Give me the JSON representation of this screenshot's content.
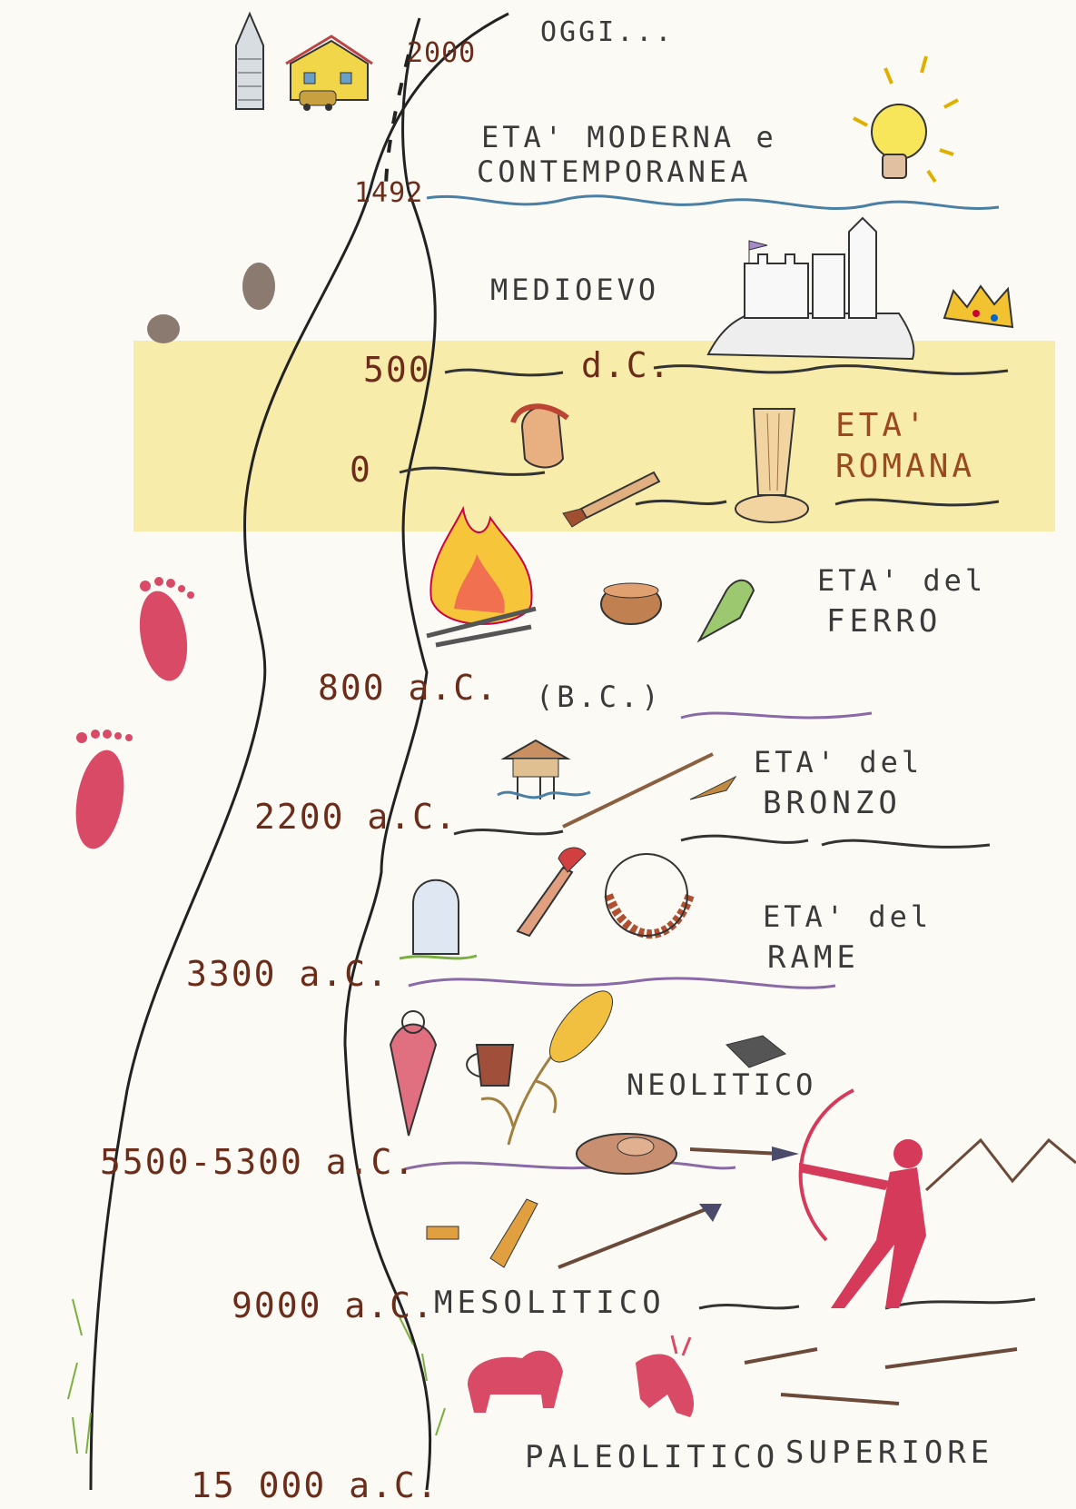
{
  "colors": {
    "background": "#fbfaf5",
    "highlight": "#f6e27a",
    "road": "#222222",
    "river": "#4a7fa6",
    "footprint_red": "#d94a66",
    "footprint_brown": "#8a7a70",
    "figure_red": "#d63a5a",
    "date_brown": "#6b2d1a"
  },
  "top": {
    "today": "OGGI...",
    "year_2000": "2000",
    "year_1492": "1492"
  },
  "ages": {
    "moderna_line1": "ETA' MODERNA e",
    "moderna_line2": "CONTEMPORANEA",
    "medioevo": "MEDIOEVO",
    "romana_line1": "ETA'",
    "romana_line2": "ROMANA",
    "ferro_line1": "ETA' del",
    "ferro_line2": "FERRO",
    "bronzo_line1": "ETA' del",
    "bronzo_line2": "BRONZO",
    "rame_line1": "ETA' del",
    "rame_line2": "RAME",
    "neolitico": "NEOLITICO",
    "mesolitico": "MESOLITICO",
    "paleolitico": "PALEOLITICO",
    "superiore": "SUPERIORE"
  },
  "dates": {
    "d500": "500",
    "dc": "d.C.",
    "zero": "0",
    "d800": "800 a.C.",
    "bc": "(B.C.)",
    "d2200": "2200 a.C.",
    "d3300": "3300 a.C.",
    "d5500": "5500-5300 a.C.",
    "d9000": "9000 a.C.",
    "d15000": "15 000 a.C."
  },
  "icons": [
    "tower-icon",
    "house-icon",
    "car-icon",
    "lightbulb-icon",
    "castle-icon",
    "crown-icon",
    "footprint-icon",
    "helmet-icon",
    "sword-icon",
    "column-icon",
    "fire-icon",
    "pot-icon",
    "bird-icon",
    "stilt-house-icon",
    "spear-icon",
    "dagger-icon",
    "necklace-icon",
    "stele-icon",
    "vase-icon",
    "cup-icon",
    "wheat-icon",
    "grinding-stone-icon",
    "tablet-icon",
    "archer-icon",
    "mountains-icon",
    "arrow-icon",
    "bison-icon",
    "deer-icon"
  ]
}
